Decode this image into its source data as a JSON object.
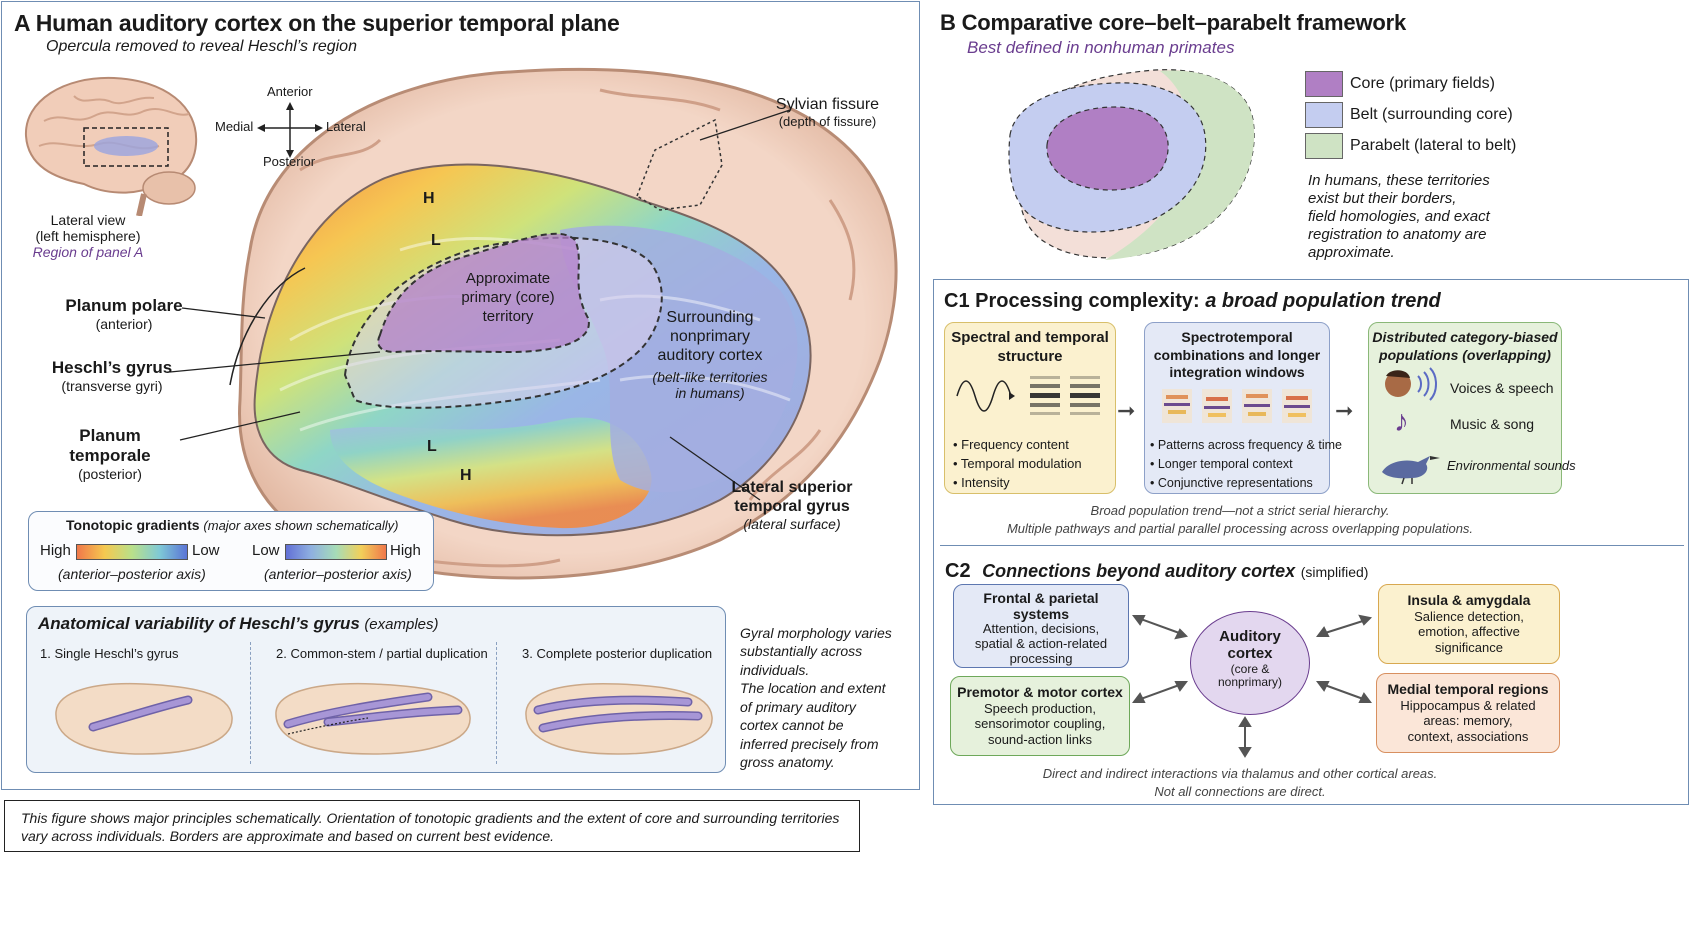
{
  "panel_a": {
    "title": "A  Human auditory cortex on the superior temporal plane",
    "subtitle": "Opercula removed to reveal Heschl’s region",
    "inset_caption": "Lateral view",
    "inset_caption2": "(left hemisphere)",
    "inset_region": "Region of panel A",
    "compass": {
      "anterior": "Anterior",
      "posterior": "Posterior",
      "medial": "Medial",
      "lateral": "Lateral"
    },
    "sylvian": {
      "title": "Sylvian fissure",
      "sub": "(depth of fissure)"
    },
    "planum_polare": {
      "title": "Planum polare",
      "sub": "(anterior)"
    },
    "heschl": {
      "title": "Heschl’s gyrus",
      "sub": "(transverse gyri)"
    },
    "planum_temporale": {
      "title": "Planum temporale",
      "sub": "(posterior)"
    },
    "core_label": [
      "Approximate",
      "primary (core)",
      "territory"
    ],
    "nonprimary_label": [
      "Surrounding",
      "nonprimary",
      "auditory cortex"
    ],
    "nonprimary_sub": [
      "(belt-like territories",
      "in humans)"
    ],
    "lateral_stg": {
      "title1": "Lateral superior",
      "title2": "temporal gyrus",
      "sub": "(lateral surface)"
    },
    "freq_marks": {
      "h1": "H",
      "l1": "L",
      "l2": "L",
      "h2": "H"
    },
    "tonotopic": {
      "title": "Tonotopic gradients",
      "title_note": "(major axes shown schematically)",
      "high": "High",
      "low": "Low",
      "low2": "Low",
      "high2": "High",
      "axis1": "(anterior–posterior axis)",
      "axis2": "(anterior–posterior axis)"
    },
    "variability": {
      "title": "Anatomical variability of Heschl’s gyrus",
      "title_note": "(examples)",
      "items": [
        "1. Single Heschl’s gyrus",
        "2. Common-stem / partial duplication",
        "3. Complete posterior duplication"
      ]
    },
    "side_note": [
      "Gyral morphology varies",
      "substantially across",
      "individuals.",
      "The location and extent",
      "of primary auditory",
      "cortex cannot be",
      "inferred precisely from",
      "gross anatomy."
    ]
  },
  "footnote": {
    "line1": "This figure shows major principles schematically. Orientation of tonotopic gradients and the extent of core and surrounding territories",
    "line2": "vary across individuals.   Borders are approximate and based on current best evidence."
  },
  "panel_b": {
    "title": "B  Comparative core–belt–parabelt framework",
    "subtitle": "Best defined in nonhuman primates",
    "legend": [
      {
        "label": "Core (primary fields)",
        "color": "#b07fc4"
      },
      {
        "label": "Belt (surrounding core)",
        "color": "#c4cdf0"
      },
      {
        "label": "Parabelt (lateral to belt)",
        "color": "#cfe3c4"
      }
    ],
    "note": [
      "In humans, these territories",
      "exist but their borders,",
      "field homologies, and exact",
      "registration to anatomy are",
      "approximate."
    ]
  },
  "panel_c1": {
    "title": "C1  Processing complexity:",
    "title_ital": "a broad population trend",
    "box1": {
      "title": [
        "Spectral and temporal",
        "structure"
      ],
      "bullets": [
        "• Frequency content",
        "• Temporal modulation",
        "• Intensity"
      ]
    },
    "box2": {
      "title": [
        "Spectrotemporal",
        "combinations and longer",
        "integration windows"
      ],
      "bullets": [
        "• Patterns across frequency & time",
        "• Longer temporal context",
        "• Conjunctive representations"
      ]
    },
    "box3": {
      "title": [
        "Distributed category-biased",
        "populations (overlapping)"
      ],
      "items": [
        "Voices & speech",
        "Music & song",
        "Environmental sounds"
      ]
    },
    "foot1": "Broad population trend—not a strict serial hierarchy.",
    "foot2": "Multiple pathways and partial parallel processing across overlapping populations."
  },
  "panel_c2": {
    "title": "C2",
    "title_ital": "Connections beyond auditory cortex",
    "title_note": "(simplified)",
    "center": [
      "Auditory",
      "cortex",
      "(core &",
      "nonprimary)"
    ],
    "frontal": {
      "title": [
        "Frontal & parietal",
        "systems"
      ],
      "body": [
        "Attention, decisions,",
        "spatial & action-related",
        "processing"
      ]
    },
    "premotor": {
      "title": [
        "Premotor & motor cortex"
      ],
      "body": [
        "Speech production,",
        "sensorimotor coupling,",
        "sound-action links"
      ]
    },
    "insula": {
      "title": [
        "Insula & amygdala"
      ],
      "body": [
        "Salience detection,",
        "emotion, affective",
        "significance"
      ]
    },
    "medial": {
      "title": [
        "Medial temporal regions"
      ],
      "body": [
        "Hippocampus & related",
        "areas: memory,",
        "context, associations"
      ]
    },
    "foot1": "Direct and indirect interactions via thalamus and other cortical areas.",
    "foot2": "Not all connections are direct."
  }
}
